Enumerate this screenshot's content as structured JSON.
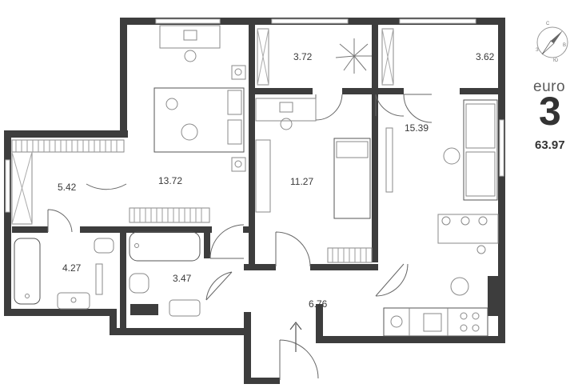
{
  "apartment": {
    "type": "euro",
    "rooms": "3",
    "total_area": "63.97"
  },
  "rooms": [
    {
      "id": "bedroom-large",
      "area": "13.72"
    },
    {
      "id": "closet",
      "area": "5.42"
    },
    {
      "id": "bathroom",
      "area": "4.27"
    },
    {
      "id": "toilet",
      "area": "3.47"
    },
    {
      "id": "balcony-left",
      "area": "3.72"
    },
    {
      "id": "bedroom-small",
      "area": "11.27"
    },
    {
      "id": "balcony-right",
      "area": "3.62"
    },
    {
      "id": "living-kitchen",
      "area": "15.39"
    },
    {
      "id": "hallway",
      "area": "6.76"
    }
  ],
  "compass": {
    "n": "С",
    "s": "Ю",
    "w": "З",
    "e": "В"
  },
  "colors": {
    "wall": "#3d3d3d",
    "furniture": "#8a8a8a",
    "text": "#333333"
  }
}
